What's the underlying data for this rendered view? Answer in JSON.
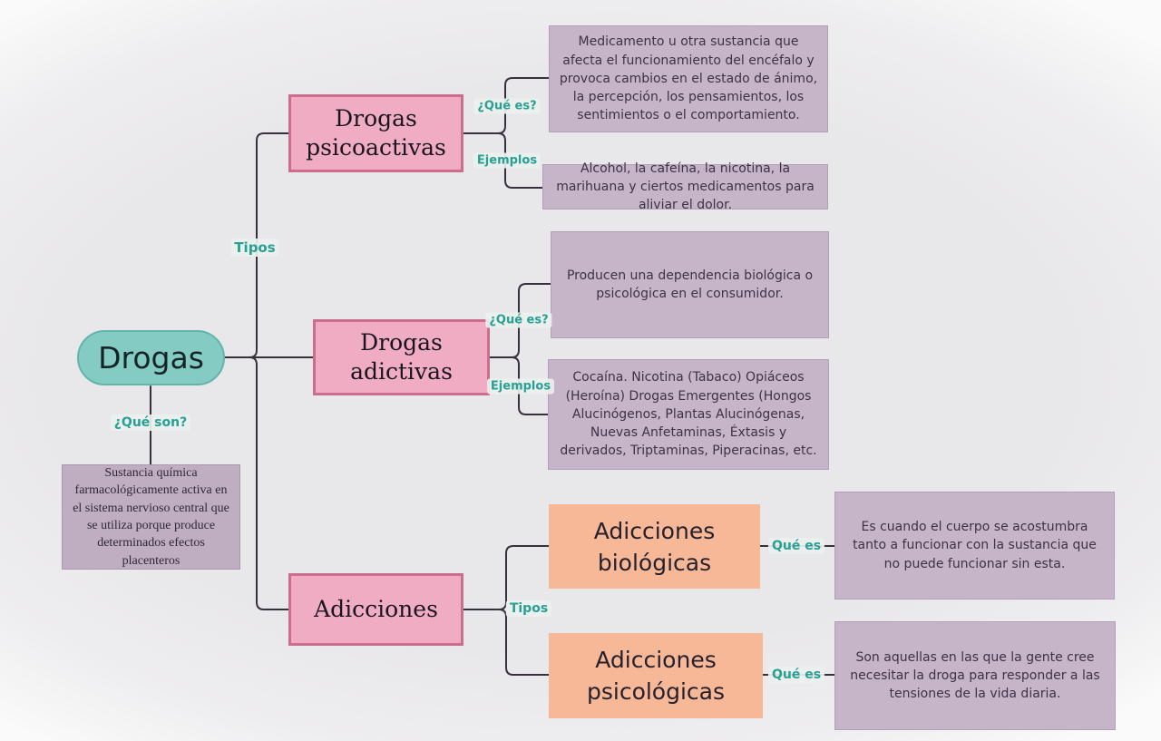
{
  "diagram_title": "Drogas concept map",
  "nodes": {
    "root": {
      "title": "Drogas",
      "que_son_label": "¿Qué son?",
      "definition": "Sustancia química farmacológicamente activa en el sistema nervioso central que se utiliza porque produce determinados efectos placenteros"
    },
    "tipos_label": "Tipos",
    "psicoactivas": {
      "title": "Drogas psicoactivas",
      "que_es_label": "¿Qué es?",
      "que_es_text": "Medicamento u otra sustancia que afecta el funcionamiento del encéfalo y provoca cambios en el estado de ánimo, la percepción, los pensamientos, los sentimientos o el comportamiento.",
      "ejemplos_label": "Ejemplos",
      "ejemplos_text": "Alcohol, la cafeína, la nicotina, la marihuana y ciertos medicamentos para aliviar el dolor."
    },
    "adictivas": {
      "title": "Drogas adictivas",
      "que_es_label": "¿Qué es?",
      "que_es_text": "Producen una dependencia biológica o psicológica en el consumidor.",
      "ejemplos_label": "Ejemplos",
      "ejemplos_text": "Cocaína. Nicotina (Tabaco) Opiáceos (Heroína) Drogas Emergentes (Hongos Alucinógenos, Plantas Alucinógenas, Nuevas Anfetaminas, Éxtasis y derivados, Triptaminas, Piperacinas, etc."
    },
    "adicciones": {
      "title": "Adicciones",
      "tipos_label": "Tipos",
      "biologicas": {
        "title": "Adicciones biológicas",
        "que_es_label": "Qué es",
        "que_es_text": "Es cuando el cuerpo se acostumbra tanto a funcionar con la sustancia que no puede funcionar sin esta."
      },
      "psicologicas": {
        "title": "Adicciones psicológicas",
        "que_es_label": "Qué es",
        "que_es_text": "Son aquellas en las que la gente cree necesitar la droga para responder a las tensiones de la vida diaria."
      }
    }
  },
  "colors": {
    "background": "#e8e7e9",
    "root_fill": "#84cbc4",
    "root_border": "#63b5ac",
    "branch_fill": "#efacc2",
    "branch_border": "#cb6e8e",
    "detail_fill": "#c6b4c8",
    "subtype_fill": "#f6b897",
    "label_teal": "#28a093",
    "line": "#39303f"
  }
}
